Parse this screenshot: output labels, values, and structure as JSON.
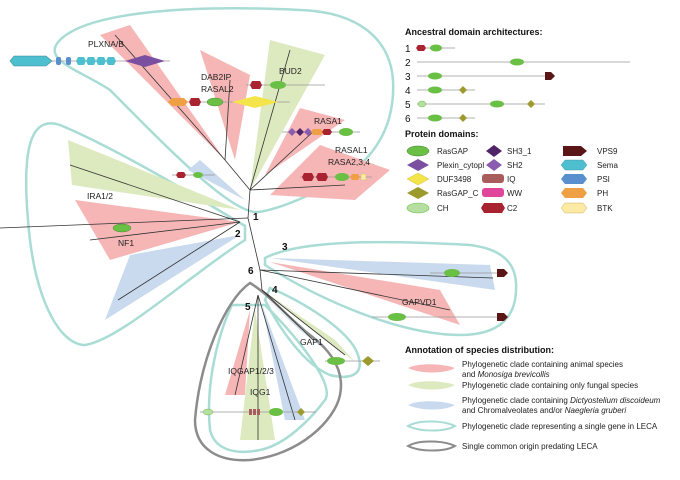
{
  "clades": {
    "plxna": "PLXNA/B",
    "dab2ip": "DAB2IP",
    "rasal2": "RASAL2",
    "bud2": "BUD2",
    "rasa1": "RASA1",
    "rasal1": "RASAL1",
    "rasa234": "RASA2,3,4",
    "ira12": "IRA1/2",
    "nf1": "NF1",
    "gapvd1": "GAPVD1",
    "gap1": "GAP1",
    "iqgap": "IQGAP1/2/3",
    "iqg1": "IQG1"
  },
  "nodes": [
    "1",
    "2",
    "3",
    "4",
    "5",
    "6"
  ],
  "ancestral": {
    "title": "Ancestral domain architectures:",
    "rows": [
      "1",
      "2",
      "3",
      "4",
      "5",
      "6"
    ]
  },
  "domains": {
    "title": "Protein domains:",
    "items": [
      {
        "name": "RasGAP",
        "color": "#6abf45"
      },
      {
        "name": "Plexin_cytopl",
        "color": "#7a4fa0"
      },
      {
        "name": "DUF3498",
        "color": "#f3e44a"
      },
      {
        "name": "RasGAP_C",
        "color": "#9c9a2d"
      },
      {
        "name": "CH",
        "color": "#b5dea0"
      },
      {
        "name": "SH3_1",
        "color": "#4f2468"
      },
      {
        "name": "SH2",
        "color": "#8a5cb0"
      },
      {
        "name": "IQ",
        "color": "#a95c5c"
      },
      {
        "name": "WW",
        "color": "#e0479a"
      },
      {
        "name": "C2",
        "color": "#a8232f"
      },
      {
        "name": "VPS9",
        "color": "#5a1516"
      },
      {
        "name": "Sema",
        "color": "#4ebfcf"
      },
      {
        "name": "PSI",
        "color": "#5a8fcf"
      },
      {
        "name": "PH",
        "color": "#f0a044"
      },
      {
        "name": "BTK",
        "color": "#fbe9a4"
      }
    ]
  },
  "annotation": {
    "title": "Annotation of species distribution:",
    "animal_1": "Phylogenetic clade containing animal species",
    "animal_2_pre": "and ",
    "animal_2_italic": "Monosiga brevicollis",
    "fungal": "Phylogenetic clade containing only fungal species",
    "dicty_1_pre": "Phylogenetic clade containing ",
    "dicty_1_italic": "Dictyostelium discoideum",
    "dicty_2_pre": "and Chromalveolates and/or ",
    "dicty_2_italic": "Naegleria gruberi",
    "leca_gene": "Phylogenetic clade representing a single gene in LECA",
    "single_origin": "Single common origin predating LECA"
  },
  "colors": {
    "animal": "#f6b6b6",
    "fungal": "#dde9bf",
    "dicty": "#c9d9ee",
    "leca_outline": "#a9dcd5",
    "origin_outline": "#8c8c8c",
    "rasgap": "#6abf45"
  }
}
